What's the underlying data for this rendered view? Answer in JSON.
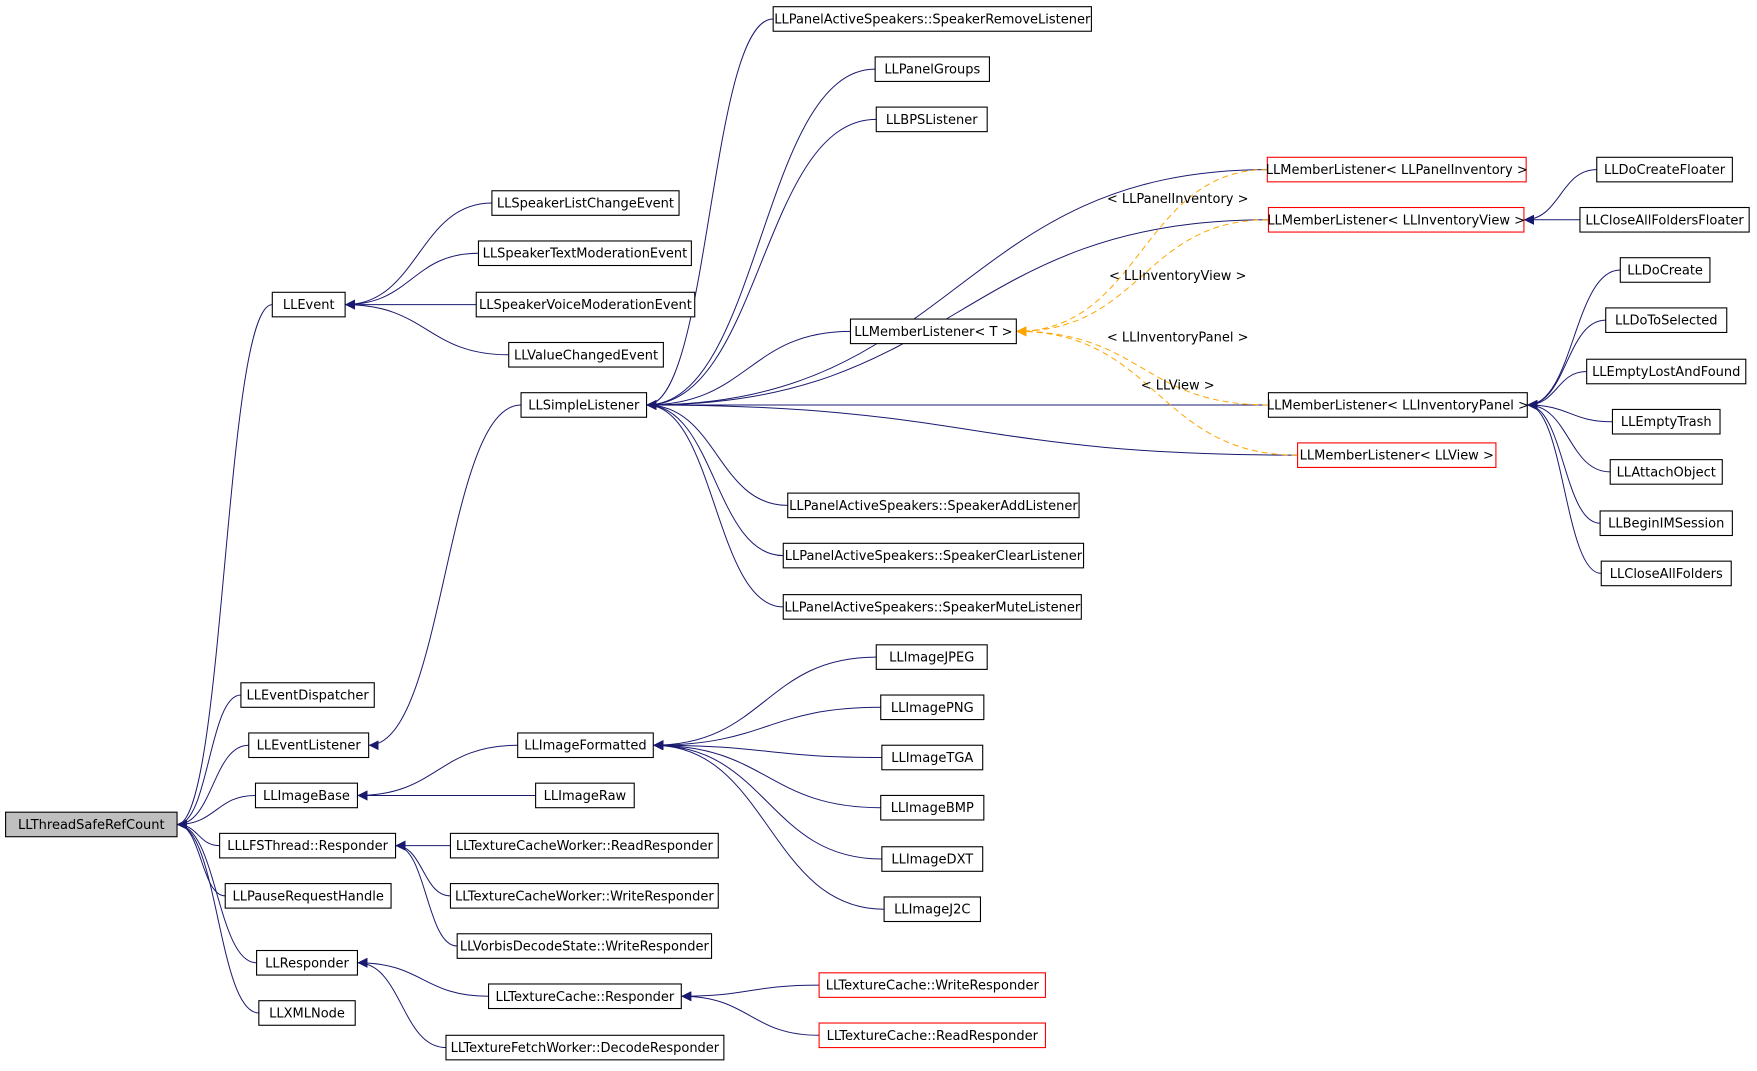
{
  "nodes": {
    "LLThreadSafeRefCount": {
      "label": "LLThreadSafeRefCount",
      "root": true
    },
    "LLEvent": {
      "label": "LLEvent"
    },
    "LLEventDispatcher": {
      "label": "LLEventDispatcher"
    },
    "LLEventListener": {
      "label": "LLEventListener"
    },
    "LLImageBase": {
      "label": "LLImageBase"
    },
    "LLLFSThreadResponder": {
      "label": "LLLFSThread::Responder"
    },
    "LLPauseRequestHandle": {
      "label": "LLPauseRequestHandle"
    },
    "LLResponder": {
      "label": "LLResponder"
    },
    "LLXMLNode": {
      "label": "LLXMLNode"
    },
    "LLSpeakerListChangeEvent": {
      "label": "LLSpeakerListChangeEvent"
    },
    "LLSpeakerTextModerationEvent": {
      "label": "LLSpeakerTextModerationEvent"
    },
    "LLSpeakerVoiceModerationEvent": {
      "label": "LLSpeakerVoiceModerationEvent"
    },
    "LLValueChangedEvent": {
      "label": "LLValueChangedEvent"
    },
    "LLSimpleListener": {
      "label": "LLSimpleListener"
    },
    "LLImageFormatted": {
      "label": "LLImageFormatted"
    },
    "LLImageRaw": {
      "label": "LLImageRaw"
    },
    "TCWReadResponder": {
      "label": "LLTextureCacheWorker::ReadResponder"
    },
    "TCWWriteResponder": {
      "label": "LLTextureCacheWorker::WriteResponder"
    },
    "VorbisWriteResponder": {
      "label": "LLVorbisDecodeState::WriteResponder"
    },
    "TextureCacheResponder": {
      "label": "LLTextureCache::Responder"
    },
    "DecodeResponder": {
      "label": "LLTextureFetchWorker::DecodeResponder"
    },
    "SpeakerRemoveListener": {
      "label": "LLPanelActiveSpeakers::SpeakerRemoveListener"
    },
    "LLPanelGroups": {
      "label": "LLPanelGroups"
    },
    "LLBPSListener": {
      "label": "LLBPSListener"
    },
    "LLMemberListenerT": {
      "label": "LLMemberListener< T >"
    },
    "SpeakerAddListener": {
      "label": "LLPanelActiveSpeakers::SpeakerAddListener"
    },
    "SpeakerClearListener": {
      "label": "LLPanelActiveSpeakers::SpeakerClearListener"
    },
    "SpeakerMuteListener": {
      "label": "LLPanelActiveSpeakers::SpeakerMuteListener"
    },
    "LLImageJPEG": {
      "label": "LLImageJPEG"
    },
    "LLImagePNG": {
      "label": "LLImagePNG"
    },
    "LLImageTGA": {
      "label": "LLImageTGA"
    },
    "LLImageBMP": {
      "label": "LLImageBMP"
    },
    "LLImageDXT": {
      "label": "LLImageDXT"
    },
    "LLImageJ2C": {
      "label": "LLImageJ2C"
    },
    "TCWriteResponder": {
      "label": "LLTextureCache::WriteResponder",
      "red": true
    },
    "TCReadResponder": {
      "label": "LLTextureCache::ReadResponder",
      "red": true
    },
    "MLPanelInventory": {
      "label": "LLMemberListener< LLPanelInventory >",
      "red": true
    },
    "MLInventoryView": {
      "label": "LLMemberListener< LLInventoryView >",
      "red": true
    },
    "MLInventoryPanel": {
      "label": "LLMemberListener< LLInventoryPanel >"
    },
    "MLView": {
      "label": "LLMemberListener< LLView >",
      "red": true
    },
    "LLDoCreateFloater": {
      "label": "LLDoCreateFloater"
    },
    "LLCloseAllFoldersFloater": {
      "label": "LLCloseAllFoldersFloater"
    },
    "LLDoCreate": {
      "label": "LLDoCreate"
    },
    "LLDoToSelected": {
      "label": "LLDoToSelected"
    },
    "LLEmptyLostAndFound": {
      "label": "LLEmptyLostAndFound"
    },
    "LLEmptyTrash": {
      "label": "LLEmptyTrash"
    },
    "LLAttachObject": {
      "label": "LLAttachObject"
    },
    "LLBeginIMSession": {
      "label": "LLBeginIMSession"
    },
    "LLCloseAllFolders": {
      "label": "LLCloseAllFolders"
    }
  },
  "edges": [
    {
      "from": "LLEvent",
      "to": "LLThreadSafeRefCount"
    },
    {
      "from": "LLEventDispatcher",
      "to": "LLThreadSafeRefCount"
    },
    {
      "from": "LLEventListener",
      "to": "LLThreadSafeRefCount"
    },
    {
      "from": "LLImageBase",
      "to": "LLThreadSafeRefCount"
    },
    {
      "from": "LLLFSThreadResponder",
      "to": "LLThreadSafeRefCount"
    },
    {
      "from": "LLPauseRequestHandle",
      "to": "LLThreadSafeRefCount"
    },
    {
      "from": "LLResponder",
      "to": "LLThreadSafeRefCount"
    },
    {
      "from": "LLXMLNode",
      "to": "LLThreadSafeRefCount"
    },
    {
      "from": "LLSpeakerListChangeEvent",
      "to": "LLEvent"
    },
    {
      "from": "LLSpeakerTextModerationEvent",
      "to": "LLEvent"
    },
    {
      "from": "LLSpeakerVoiceModerationEvent",
      "to": "LLEvent"
    },
    {
      "from": "LLValueChangedEvent",
      "to": "LLEvent"
    },
    {
      "from": "LLSimpleListener",
      "to": "LLEventListener"
    },
    {
      "from": "LLImageFormatted",
      "to": "LLImageBase"
    },
    {
      "from": "LLImageRaw",
      "to": "LLImageBase"
    },
    {
      "from": "TCWReadResponder",
      "to": "LLLFSThreadResponder"
    },
    {
      "from": "TCWWriteResponder",
      "to": "LLLFSThreadResponder"
    },
    {
      "from": "VorbisWriteResponder",
      "to": "LLLFSThreadResponder"
    },
    {
      "from": "TextureCacheResponder",
      "to": "LLResponder"
    },
    {
      "from": "DecodeResponder",
      "to": "LLResponder"
    },
    {
      "from": "SpeakerRemoveListener",
      "to": "LLSimpleListener"
    },
    {
      "from": "LLPanelGroups",
      "to": "LLSimpleListener"
    },
    {
      "from": "LLBPSListener",
      "to": "LLSimpleListener"
    },
    {
      "from": "MLPanelInventory",
      "to": "LLSimpleListener"
    },
    {
      "from": "MLInventoryView",
      "to": "LLSimpleListener"
    },
    {
      "from": "LLMemberListenerT",
      "to": "LLSimpleListener"
    },
    {
      "from": "MLInventoryPanel",
      "to": "LLSimpleListener"
    },
    {
      "from": "MLView",
      "to": "LLSimpleListener"
    },
    {
      "from": "SpeakerAddListener",
      "to": "LLSimpleListener"
    },
    {
      "from": "SpeakerClearListener",
      "to": "LLSimpleListener"
    },
    {
      "from": "SpeakerMuteListener",
      "to": "LLSimpleListener"
    },
    {
      "from": "LLImageJPEG",
      "to": "LLImageFormatted"
    },
    {
      "from": "LLImagePNG",
      "to": "LLImageFormatted"
    },
    {
      "from": "LLImageTGA",
      "to": "LLImageFormatted"
    },
    {
      "from": "LLImageBMP",
      "to": "LLImageFormatted"
    },
    {
      "from": "LLImageDXT",
      "to": "LLImageFormatted"
    },
    {
      "from": "LLImageJ2C",
      "to": "LLImageFormatted"
    },
    {
      "from": "TCWriteResponder",
      "to": "TextureCacheResponder"
    },
    {
      "from": "TCReadResponder",
      "to": "TextureCacheResponder"
    },
    {
      "from": "LLDoCreateFloater",
      "to": "MLInventoryView"
    },
    {
      "from": "LLCloseAllFoldersFloater",
      "to": "MLInventoryView"
    },
    {
      "from": "LLDoCreate",
      "to": "MLInventoryPanel"
    },
    {
      "from": "LLDoToSelected",
      "to": "MLInventoryPanel"
    },
    {
      "from": "LLEmptyLostAndFound",
      "to": "MLInventoryPanel"
    },
    {
      "from": "LLEmptyTrash",
      "to": "MLInventoryPanel"
    },
    {
      "from": "LLAttachObject",
      "to": "MLInventoryPanel"
    },
    {
      "from": "LLBeginIMSession",
      "to": "MLInventoryPanel"
    },
    {
      "from": "LLCloseAllFolders",
      "to": "MLInventoryPanel"
    },
    {
      "from": "MLPanelInventory",
      "to": "LLMemberListenerT",
      "template": true,
      "label": "< LLPanelInventory >"
    },
    {
      "from": "MLInventoryView",
      "to": "LLMemberListenerT",
      "template": true,
      "label": "< LLInventoryView >"
    },
    {
      "from": "MLInventoryPanel",
      "to": "LLMemberListenerT",
      "template": true,
      "label": "< LLInventoryPanel >"
    },
    {
      "from": "MLView",
      "to": "LLMemberListenerT",
      "template": true,
      "label": "< LLView >"
    }
  ],
  "colors": {
    "edge": "#191970",
    "template_edge": "#ffa500",
    "root_fill": "#bfbfbf",
    "red_border": "#ff0000"
  }
}
